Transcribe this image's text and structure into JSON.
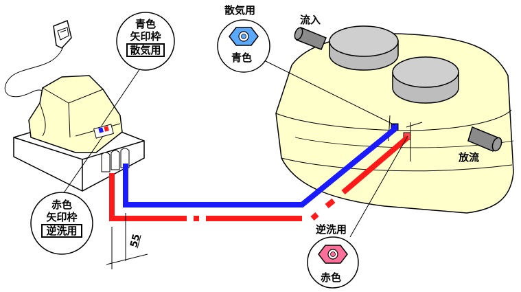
{
  "labels": {
    "blue_frame_label": [
      "青色",
      "矢印枠",
      "散気用"
    ],
    "red_frame_label": [
      "赤色",
      "矢印枠",
      "逆洗用"
    ],
    "aeration_title": "散気用",
    "aeration_color": "青色",
    "backwash_title": "逆洗用",
    "backwash_color": "赤色",
    "inflow": "流入",
    "outflow": "放流",
    "dimension": "55"
  },
  "colors": {
    "blue_pipe": "#1a1aff",
    "red_pipe": "#ff1a1a",
    "tank_fill": "#ffffcc",
    "lid_fill": "#bdbdbd",
    "blower_fill": "#ffffcc",
    "blue_nut": "#5aa9ff",
    "red_nut": "#ff6f9c"
  }
}
